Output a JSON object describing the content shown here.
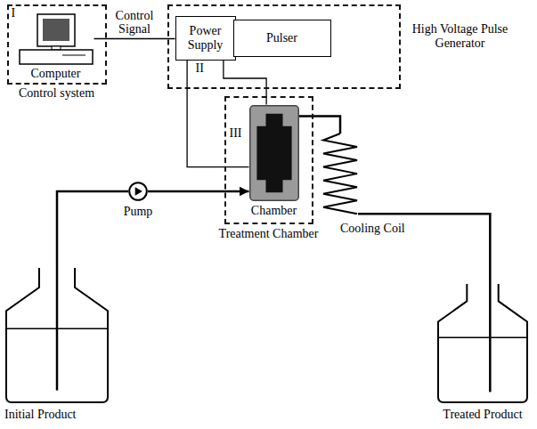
{
  "diagram": {
    "nodes": [
      {
        "text": [
          "I",
          "Control system"
        ]
      },
      {
        "text": [
          "Computer"
        ],
        "in": 0
      },
      {
        "text": [
          "II",
          "High Voltage Pulse Generator"
        ]
      },
      {
        "text": [
          "Power Supply"
        ],
        "in": 2
      },
      {
        "text": [
          "Pulser"
        ],
        "in": 2
      },
      {
        "text": [
          "III",
          "Treatment Chamber"
        ]
      },
      {
        "text": [
          "Chamber"
        ],
        "in": 5
      },
      {
        "text": [
          "Pump"
        ]
      },
      {
        "text": [
          "Cooling Coil"
        ]
      },
      {
        "text": [
          "Initial Product"
        ]
      },
      {
        "text": [
          "Treated Product"
        ]
      }
    ],
    "edges": [
      {
        "from": 1,
        "to": 3,
        "label": "Control Signal",
        "arrow": "none"
      },
      {
        "from": 3,
        "to": 6,
        "arrow": "none"
      },
      {
        "from": 3,
        "to": 6,
        "arrow": "none"
      },
      {
        "from": 9,
        "to": 7,
        "arrow": "none"
      },
      {
        "from": 7,
        "to": 6,
        "arrow": "to"
      },
      {
        "from": 6,
        "to": 8,
        "arrow": "none"
      },
      {
        "from": 8,
        "to": 10,
        "arrow": "none"
      }
    ]
  }
}
